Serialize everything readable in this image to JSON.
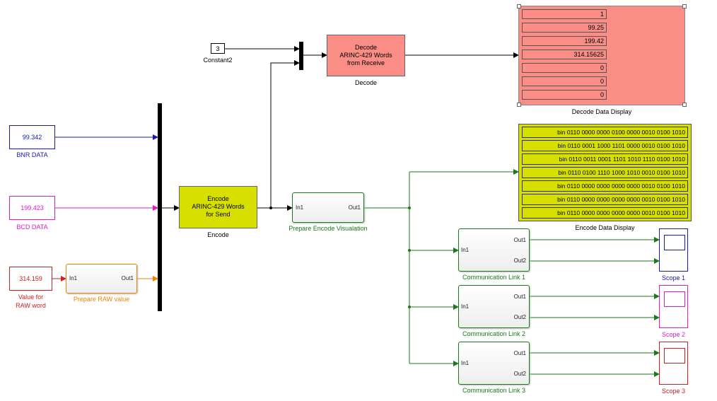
{
  "colors": {
    "bnr": "#1a1aa8",
    "bcd": "#e01cc8",
    "raw": "#cc2020",
    "prep_raw": "#f08000",
    "green": "#1a7a1a",
    "encode_fill": "#d7df00",
    "decode_fill": "#fa8e86"
  },
  "constant2": {
    "value": "3",
    "label": "Constant2"
  },
  "bnr": {
    "value": "99.342",
    "label": "BNR DATA"
  },
  "bcd": {
    "value": "199.423",
    "label": "BCD DATA"
  },
  "raw": {
    "value": "314.159",
    "label_line1": "Value for",
    "label_line2": "RAW word"
  },
  "prepare_raw": {
    "in": "In1",
    "out": "Out1",
    "label": "Prepare RAW value"
  },
  "encode": {
    "line1": "Encode",
    "line2": "ARINC-429 Words",
    "line3": "for Send",
    "label": "Encode"
  },
  "decode": {
    "line1": "Decode",
    "line2": "ARINC-429 Words",
    "line3": "from Receive",
    "label": "Decode"
  },
  "prepare_encode": {
    "in": "In1",
    "out": "Out1",
    "label": "Prepare Encode Visualation"
  },
  "decode_display": {
    "label": "Decode Data Display",
    "values": [
      "1",
      "99.25",
      "199.42",
      "314.15625",
      "0",
      "0",
      "0"
    ]
  },
  "encode_display": {
    "label": "Encode Data Display",
    "values": [
      "bin 0110 0000 0000 0100 0000 0010 0100 1010",
      "bin 0110 0001 1000 1101 0000 0010 0100 1010",
      "bin 0110 0011 0001 1101 1010 1110 0100 1010",
      "bin 0110 0100 1110 1000 1010 0010 0100 1010",
      "bin 0110 0000 0000 0000 0000 0010 0100 1010",
      "bin 0110 0000 0000 0000 0000 0010 0100 1010",
      "bin 0110 0000 0000 0000 0000 0010 0100 1010"
    ]
  },
  "links": [
    {
      "label": "Communication Link 1",
      "in": "In1",
      "out1": "Out1",
      "out2": "Out2"
    },
    {
      "label": "Communication Link 2",
      "in": "In1",
      "out1": "Out1",
      "out2": "Out2"
    },
    {
      "label": "Communication Link 3",
      "in": "In1",
      "out1": "Out1",
      "out2": "Out2"
    }
  ],
  "scopes": [
    {
      "label": "Scope 1",
      "color": "#1a1aa8"
    },
    {
      "label": "Scope 2",
      "color": "#e01cc8"
    },
    {
      "label": "Scope 3",
      "color": "#cc2020"
    }
  ]
}
